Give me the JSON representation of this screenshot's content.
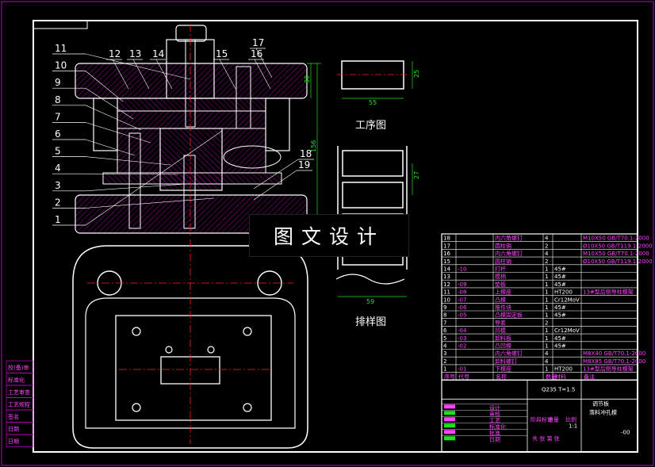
{
  "part_numbers": [
    "1",
    "2",
    "3",
    "4",
    "5",
    "6",
    "7",
    "8",
    "9",
    "10",
    "11",
    "12",
    "13",
    "14",
    "15",
    "16",
    "17",
    "18",
    "19"
  ],
  "captions": {
    "process": "工序图",
    "layout": "排样图"
  },
  "watermark": "图文设计",
  "dimensions": {
    "part_width": "55",
    "part_height": "25",
    "height_30": "30",
    "height_156": "156",
    "layout_width": "59",
    "layout_pitch": "27"
  },
  "bom": [
    {
      "no": "18",
      "code": "",
      "name": "内六角螺钉",
      "qty": "4",
      "mat": "",
      "note": "M10X50 GB/T70.1-2000"
    },
    {
      "no": "17",
      "code": "",
      "name": "圆柱销",
      "qty": "2",
      "mat": "",
      "note": "Ø10X50 GB/T119.1-2000"
    },
    {
      "no": "16",
      "code": "",
      "name": "内六角螺钉",
      "qty": "4",
      "mat": "",
      "note": "M10X50 GB/T70.1-2000"
    },
    {
      "no": "15",
      "code": "",
      "name": "圆柱销",
      "qty": "2",
      "mat": "",
      "note": "Ø10X50 GB/T119.1-2000"
    },
    {
      "no": "14",
      "code": "-10",
      "name": "打杆",
      "qty": "1",
      "mat": "45#",
      "note": ""
    },
    {
      "no": "13",
      "code": "",
      "name": "模柄",
      "qty": "1",
      "mat": "45#",
      "note": ""
    },
    {
      "no": "12",
      "code": "-09",
      "name": "垫板",
      "qty": "1",
      "mat": "45#",
      "note": ""
    },
    {
      "no": "11",
      "code": "-08",
      "name": "上模座",
      "qty": "1",
      "mat": "HT200",
      "note": "13#型后侧导柱模架"
    },
    {
      "no": "10",
      "code": "-07",
      "name": "凸模",
      "qty": "1",
      "mat": "Cr12MoV",
      "note": ""
    },
    {
      "no": "9",
      "code": "-06",
      "name": "推件块",
      "qty": "1",
      "mat": "45#",
      "note": ""
    },
    {
      "no": "8",
      "code": "-05",
      "name": "凸模固定板",
      "qty": "1",
      "mat": "45#",
      "note": ""
    },
    {
      "no": "7",
      "code": "",
      "name": "导套",
      "qty": "2",
      "mat": "",
      "note": ""
    },
    {
      "no": "6",
      "code": "-04",
      "name": "凹模",
      "qty": "1",
      "mat": "Cr12MoV",
      "note": ""
    },
    {
      "no": "5",
      "code": "-03",
      "name": "卸料板",
      "qty": "1",
      "mat": "45#",
      "note": ""
    },
    {
      "no": "4",
      "code": "-02",
      "name": "凸凹模",
      "qty": "1",
      "mat": "45#",
      "note": ""
    },
    {
      "no": "3",
      "code": "",
      "name": "内六角螺钉",
      "qty": "4",
      "mat": "",
      "note": "M8X40 GB/T70.1-2000"
    },
    {
      "no": "2",
      "code": "",
      "name": "卸料螺钉",
      "qty": "4",
      "mat": "",
      "note": "M8X85 GB/T70.1-2000"
    },
    {
      "no": "1",
      "code": "-01",
      "name": "下模座",
      "qty": "1",
      "mat": "HT200",
      "note": "13#型后侧导柱模架"
    }
  ],
  "bom_header": {
    "no": "序号",
    "code": "代号",
    "name": "名称",
    "qty": "数量",
    "mat": "材料",
    "note": "备注"
  },
  "title_block": {
    "material": "Q235 T=1.5",
    "drawing_title_1": "调节板",
    "drawing_title_2": "落料冲孔模",
    "scale": "1:1",
    "drawing_no": "-00",
    "left_labels": [
      "设计",
      "审核",
      "工艺",
      "标准化",
      "批准",
      "日期"
    ],
    "stage_labels": [
      "阶段标记",
      "重量",
      "比例"
    ],
    "sheet_label": "共 张 第 张"
  },
  "left_strip": [
    "校(备)审",
    "标准化",
    "工艺审查",
    "工艺规程",
    "签名",
    "日期",
    "日期"
  ],
  "colors": {
    "border": "#c800c8",
    "line": "#ffffff",
    "dim": "#1ee01e",
    "center": "#ff2020",
    "hatch": "#c800c8",
    "table_text": "#ff40ff"
  }
}
